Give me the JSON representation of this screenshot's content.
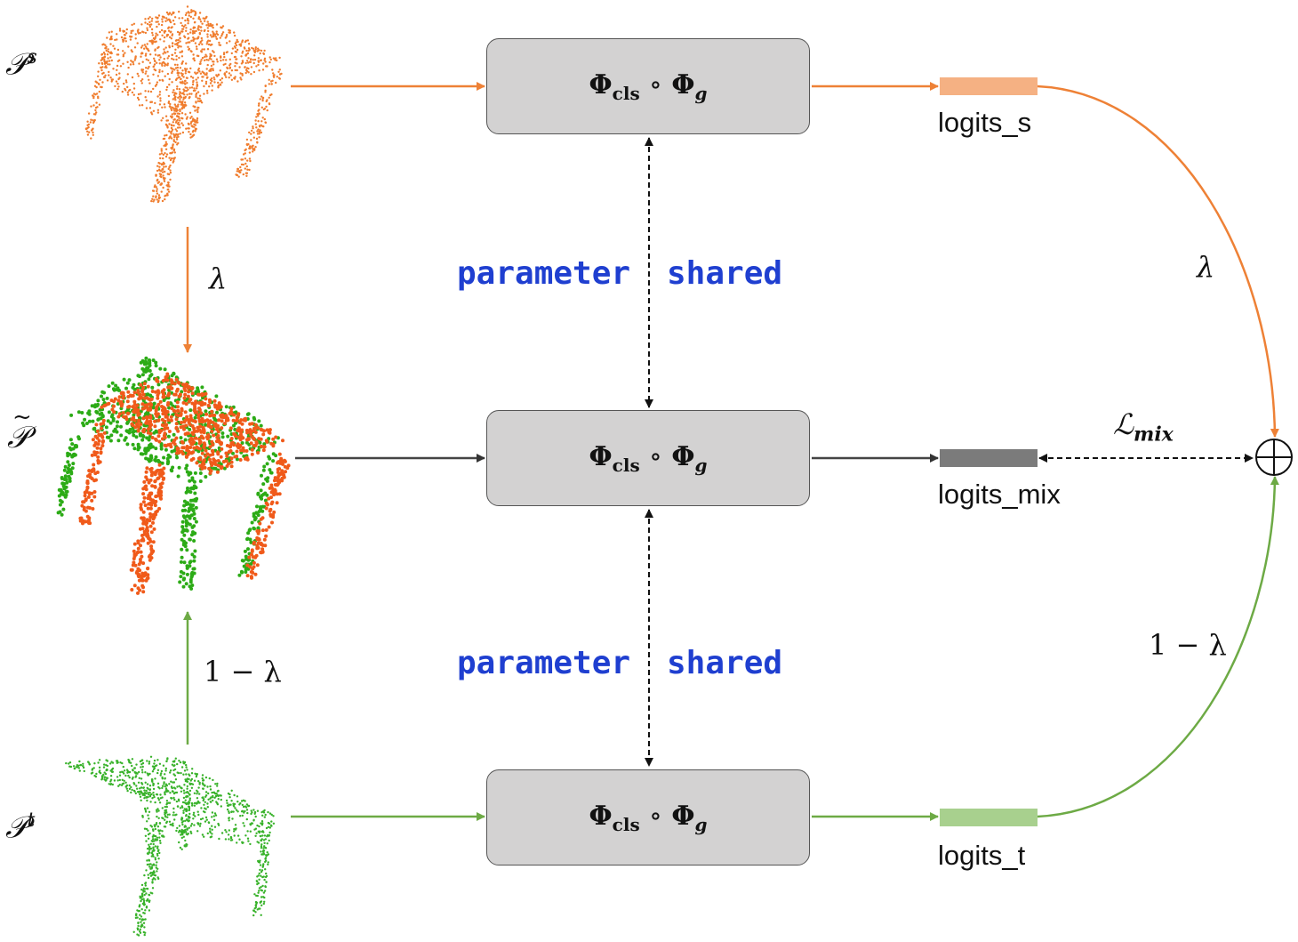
{
  "colors": {
    "source": "#ee8136",
    "target": "#6daa45",
    "mix_orange": "#f05a1a",
    "mix_green": "#2cab16",
    "source_pts": "#f07d2e",
    "target_pts": "#38b22a",
    "mix_line": "#444444",
    "shared_text": "#1f3fd0",
    "box_fill": "#d3d2d2",
    "bar_s": "#f5b183",
    "bar_mix": "#7b7b7b",
    "bar_t": "#a8d08e"
  },
  "inputs": {
    "source": {
      "symbol": "𝒫",
      "sup": "s"
    },
    "mixed": {
      "symbol": "𝒫",
      "accent": "~"
    },
    "target": {
      "symbol": "𝒫",
      "sup": "t"
    }
  },
  "left_weights": {
    "source": "λ",
    "target": "1 − λ"
  },
  "modules": [
    {
      "phi": "Φ",
      "cls": "cls",
      "circ": "∘",
      "g": "g"
    },
    {
      "phi": "Φ",
      "cls": "cls",
      "circ": "∘",
      "g": "g"
    },
    {
      "phi": "Φ",
      "cls": "cls",
      "circ": "∘",
      "g": "g"
    }
  ],
  "shared_labels": [
    {
      "left": "parameter",
      "right": "shared"
    },
    {
      "left": "parameter",
      "right": "shared"
    }
  ],
  "logits": [
    "logits_s",
    "logits_mix",
    "logits_t"
  ],
  "right_weights": {
    "source": "λ",
    "target": "1 − λ"
  },
  "loss": {
    "symbol": "ℒ",
    "sub": "mix"
  },
  "sum_symbol": "⊕"
}
